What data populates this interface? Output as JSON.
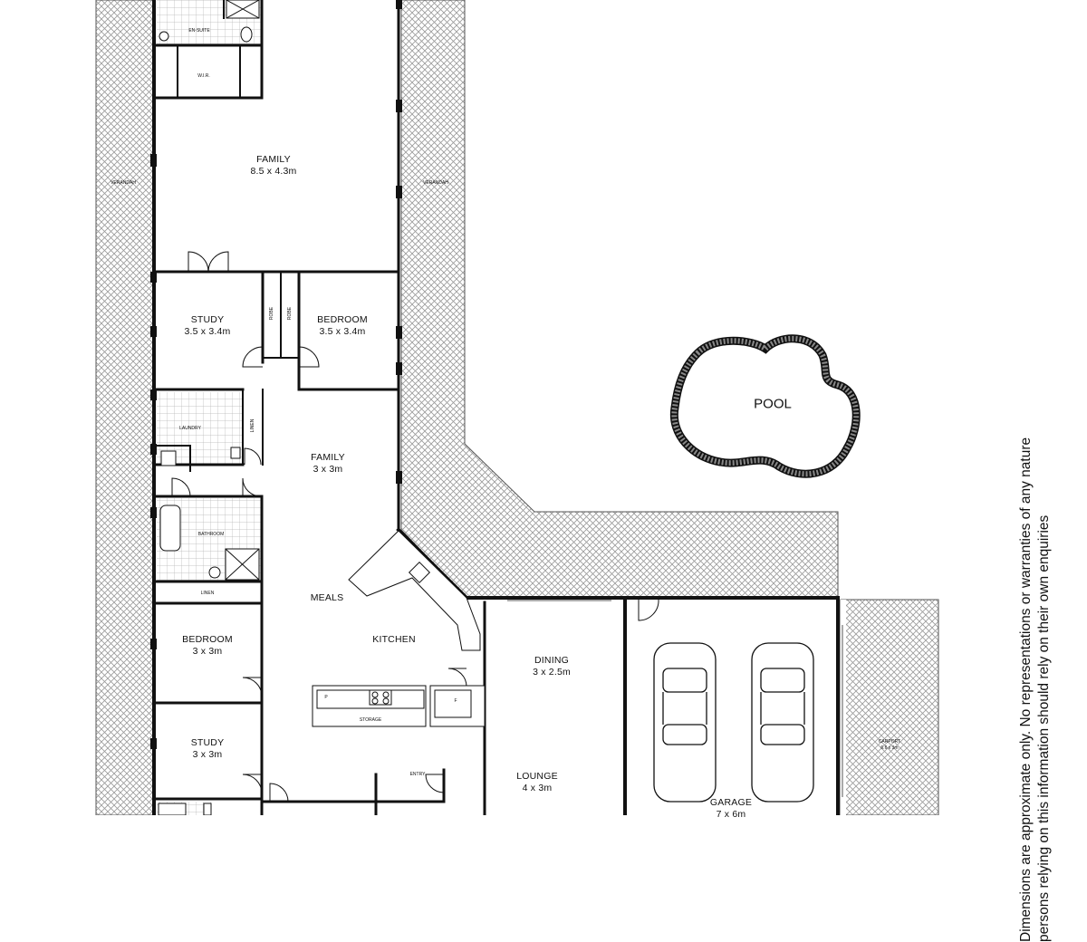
{
  "rooms": {
    "en_suite": "EN-SUITE",
    "wir": "W.I.R.",
    "family_main": {
      "name": "FAMILY",
      "size": "8.5 x 4.3m"
    },
    "verandah_left": "VERANDAH",
    "verandah_right": "VERANDAH",
    "study_1": {
      "name": "STUDY",
      "size": "3.5 x 3.4m"
    },
    "robe_1": "ROBE",
    "robe_2": "ROBE",
    "bedroom_1": {
      "name": "BEDROOM",
      "size": "3.5 x 3.4m"
    },
    "laundry": "LAUNDRY",
    "linen_1": "LINEN",
    "family_2": {
      "name": "FAMILY",
      "size": "3 x 3m"
    },
    "bathroom": "BATHROOM",
    "linen_2": "LINEN",
    "meals": "MEALS",
    "kitchen": "KITCHEN",
    "bedroom_2": {
      "name": "BEDROOM",
      "size": "3 x 3m"
    },
    "dining": {
      "name": "DINING",
      "size": "3 x 2.5m"
    },
    "storage": "STORAGE",
    "pantry": "P",
    "fridge": "F",
    "study_2": {
      "name": "STUDY",
      "size": "3 x 3m"
    },
    "entry": "ENTRY",
    "lounge": {
      "name": "LOUNGE",
      "size": "4 x 3m"
    },
    "garage": {
      "name": "GARAGE",
      "size": "7 x 6m"
    },
    "carport": {
      "name": "CARPORT",
      "size": "6.6 x 3m"
    },
    "pool": "POOL"
  },
  "disclaimer": {
    "line1": "Dimensions are approximate only. No representations or warranties of any nature",
    "line2": "persons relying on this information should rely on their own enquiries"
  },
  "colors": {
    "wall": "#111111",
    "hatch": "#9a9a9a",
    "tile": "#b5b5b5"
  }
}
